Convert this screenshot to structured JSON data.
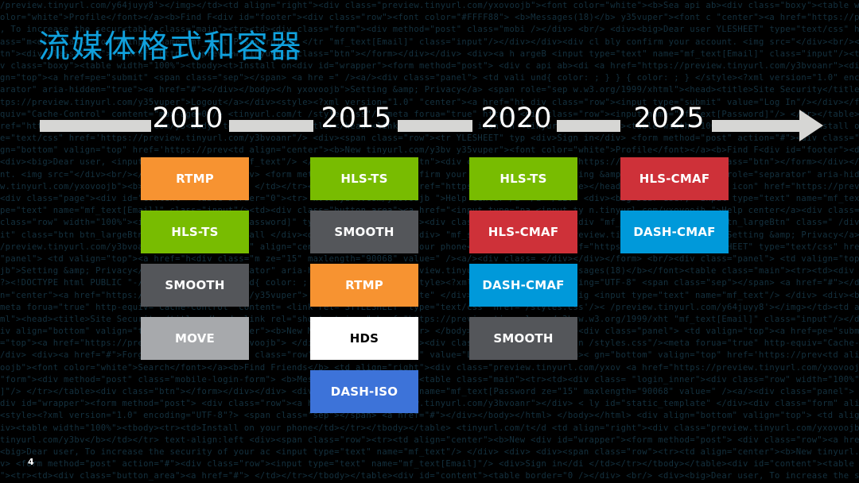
{
  "slide": {
    "title": "流媒体格式和容器",
    "title_color": "#10a0dc",
    "background_color": "#000000",
    "page_number": "4"
  },
  "timeline": {
    "bar_color": "#d6d6d4",
    "years": [
      "2010",
      "2015",
      "2020",
      "2025"
    ]
  },
  "palette": {
    "orange": "#f79331",
    "green": "#78bc01",
    "dark_gray": "#54565a",
    "light_gray": "#a7a9ac",
    "red": "#ce3139",
    "cyan_blue": "#0099da",
    "royal_blue": "#3d73d9",
    "white": "#ffffff"
  },
  "columns": [
    {
      "year": "2010",
      "boxes": [
        {
          "label": "RTMP",
          "color": "#f79331",
          "text_color": "#ffffff"
        },
        {
          "label": "HLS-TS",
          "color": "#78bc01",
          "text_color": "#ffffff"
        },
        {
          "label": "SMOOTH",
          "color": "#54565a",
          "text_color": "#ffffff"
        },
        {
          "label": "MOVE",
          "color": "#a7a9ac",
          "text_color": "#ffffff"
        }
      ]
    },
    {
      "year": "2015",
      "boxes": [
        {
          "label": "HLS-TS",
          "color": "#78bc01",
          "text_color": "#ffffff"
        },
        {
          "label": "SMOOTH",
          "color": "#54565a",
          "text_color": "#ffffff"
        },
        {
          "label": "RTMP",
          "color": "#f79331",
          "text_color": "#ffffff"
        },
        {
          "label": "HDS",
          "color": "#ffffff",
          "text_color": "#000000"
        },
        {
          "label": "DASH-ISO",
          "color": "#3d73d9",
          "text_color": "#ffffff"
        }
      ]
    },
    {
      "year": "2020",
      "boxes": [
        {
          "label": "HLS-TS",
          "color": "#78bc01",
          "text_color": "#ffffff"
        },
        {
          "label": "HLS-CMAF",
          "color": "#ce3139",
          "text_color": "#ffffff"
        },
        {
          "label": "DASH-CMAF",
          "color": "#0099da",
          "text_color": "#ffffff"
        },
        {
          "label": "SMOOTH",
          "color": "#54565a",
          "text_color": "#ffffff"
        }
      ]
    },
    {
      "year": "2025",
      "boxes": [
        {
          "label": "HLS-CMAF",
          "color": "#ce3139",
          "text_color": "#ffffff"
        },
        {
          "label": "DASH-CMAF",
          "color": "#0099da",
          "text_color": "#ffffff"
        }
      ]
    }
  ],
  "background_code_lines": [
    "/preview.tinyurl.com/y64juyy8'></img></td><td align=\"right\"><div class=\"preview.tinyurl.com/yxovoojb\"><font color=\"white\"><b>Sea",
    "y35vuper\"><font color=\"white\">Profile</font></a><b>Find F<div id=\"footer\"><div class=\"row\"><font color=\"#FFFF88\">  <b>Messages(18)</b>",
    "/></div> <br/> <div><big>Dear user, To increase the secur<table class=\"main\"><tr><td><div class=\"form\"><div method=\"post\" class=\"mobi",
    "\"mf_text[Email]\" class=\"input\"/></div></div><div class=\"m<div class=\"row\"><input name=\"mf_text[Password]\"/> </tr",
    "argeBtn\"><div class=\"row\"><a href=\"https://preview.tinyu<div class=\"btn\"></form></div></div>  <div><a h",
    "  api ab><div class=\"boxy\"><table width=\"100%\"><tbody><t>Install on<div id=\"wrapper\"><form method=\"post\">  <div c",
    "=\"  /><a/><div class=\"panel\">  <td valign=\"top\"><a href=pe=\"submit\"    <span class=\"sep\"></span> <a hre",
    "yxovoojb\">Setting &amp; Privacy</a>  <span role=\"separator\" aria-hidden=\"true\"><a href=\"#\"></div></body></h",
    "\"center\"><a href=\"https://preview.tinyurl.com/y35vuper\">Logout</a></div><style><?xml version=\"1.0\"",
    "/styles.css\"/><meta forua=\"true\" http-equiv=\"Cache-Control\" content=\"max-age=0\"/>  <tinyurl.com/t",
    "rity</title></head><link rel=\"shortcut icon\" href=\"https://preview.tinyurl.com/y3<body>       text-ali",
    "YLESHEET\" type=\"text/css\" href='https://preview.tinyurl.com/y3bvoanr\"/> <div><span class=\"row\"><tr",
    "gn=\"bottom\" valign=\"top\"       href='https://prev<td align=\"center\"><b>New tinyurl.com/y3bv",
    "/a></div>             <div><big>Dear user,  <input type=\"text\" name=\"mf_text\"/>  </div>    ",
    "bly confirm your account. <img src=\"</div><br/></div><div>Sign in</div>  <form method=\"post\" a",
    "<a href=\"https://preview.tinyurl.com/yxovoojb\"><b>Find Friends</b></a>  </td></tr></tbody></table>",
    "n.tinyurl.com/yxovoojb \">Help center</a><div class=\"page\"><div id=\"content\"><table border=\"0\"><tr>",
    "<input type=\"text\"  name=\"mf_text[Email]\" class=\"input\"/><td><div class=\"button_area\"><a href=\"<input type=\"pa",
    "\"login_inner\"><div class=\"row\" width=\"100%\"><input name=\"mf_text[Password]\" type=\"password\"/></div><div class=\"r",
    "\"mf_submit\" class=\"btn btn_largeBtn\" class=\"  /div><div all </div><div>[&amp; #8595;]      </div>      ",
    "<a href=\"https://preview.tinyurl.com/y3bvoanr\"><div class=\"boxy\" align=\"center\"><b>Install on your phone</b></a></div>   ",
    "ze=\"15\" maxlength=\"90068\" value=\"  /><a/><div class=\"panel\"> <td valign=\"top\"><a href=\"h<div class=\"m",
    "    href=\"https://preview.tinyurl.com/yxovoojb\">Setting &amp; Privacy</a>  <span role=\"separator\" aria-hid",
    "und{ color: ; } } { color: ; } </style><?xml version=\"1.0\" encoding=\"UTF-8\"?><!DOCTYPE html PUBLIC \"-//WAPFORUM//DTD XH",
    "ly id=\"static_template\"  </div><div class=\"form\" align=\"center\"><a href=\"https://preview.tinyurl.com/y35vuper\">",
    "<link rel=\"STYLESHEET\" type=\"text/css\" href='/styles.css'/><meta forua=\"true\" http-equiv=\"Cache-Control\" content=",
    "w.w3.org/1999/xhtml\"><head><title>Site Security</title></head><link rel=\"shortcut icon\" href=\"https://preview.tinyurl.com/y3b",
    "</body></html>  <div align=\"bottom\" valign=\"top\">    <td align=\"center\"><b>New Messages</b></td>  </tr>",
    "</div></div></form>  <br/><div class=\"panel\"> <td valign=\"top\"><a href=\"https://preview.tinyurl.com/yxovoojb\">",
    "div class=\"row\"><input type=\"submit\" value=\"Log In\"/></div></form></div>  <div><a href=\"#\">Forgot password?</a>",
    "<td align=\"right\"><div class=\"preview.tinyurl.com/yxovoojb\"><font color=\"white\">Search</font></a><b>Find Friends</b>",
    "<b>Messages(18)</b></font><table class=\"main\"><tr><td><div class=\"form\"><div method=\"post\" class=\"mobile-login-form\">",
    "  <div class=\"row\"><input name=\"mf_text[Password]\"/> </tr></table><div class=\"btn\"></form></div></div>",
    "<div id=\"wrapper\"><form method=\"post\">  <div class=\"row\"><a href=\"https://preview.tinyurl.com/y3bvoanr\"></div>",
    "<span class=\"sep\"></span> <a href=\"#\"></div></body></html>  <style><?xml version=\"1.0\" encoding=\"UTF-8\"?>",
    "  <tinyurl.com/t</div><table width=\"100%\"><tbody><tr><td>Install on your phone</td></tr></tbody></table>",
    "  <div><span class=\"row\"><tr><td align=\"center\"><b>New tinyurl.com/y3bv</b></td></tr>  text-align:left",
    "<input type=\"text\" name=\"mf_text\"/>  </div>     <div><big>Dear user, To increase the security of your ac",
    "<div>Sign in</div>  <form method=\"post\" action=\"#\"><div class=\"row\"><input type=\"text\" name=\"mf_text[Email]\"/>",
    "</td></tr></tbody></table><div id=\"content\"><table border=\"0\"><tr><td><div class=\"button_area\"><a href=\"#\">"
  ]
}
